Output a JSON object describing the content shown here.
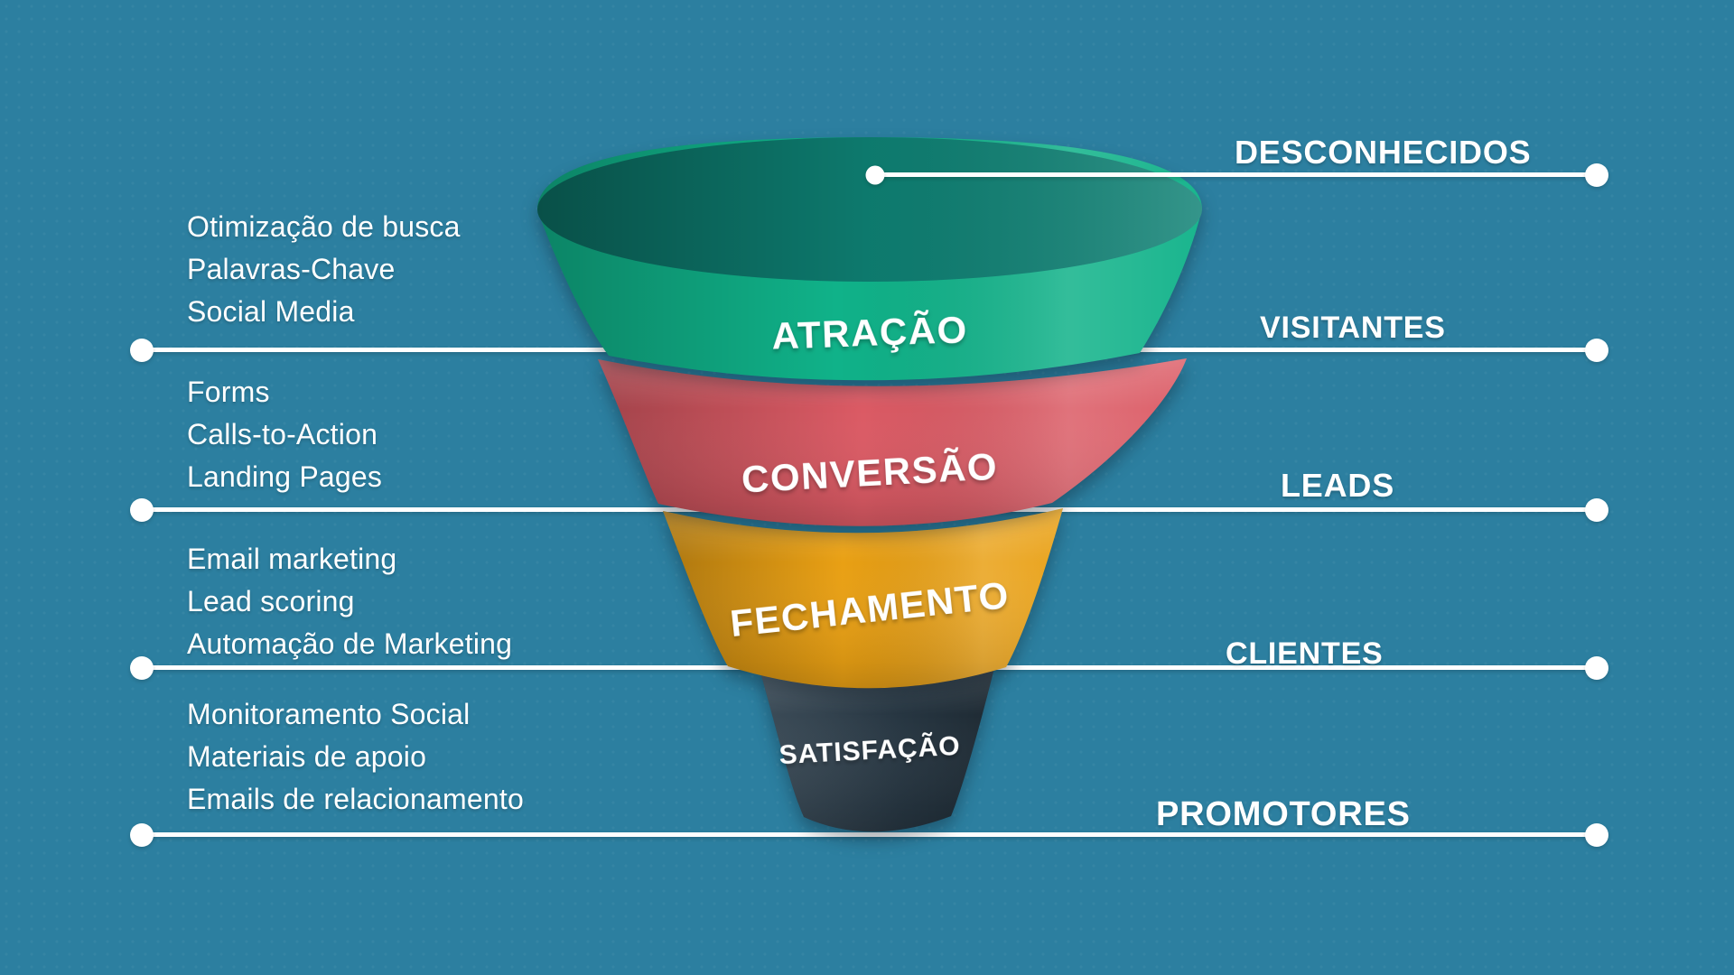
{
  "visual": {
    "background_color": "#2C7FA0",
    "line_color": "#FFFFFF",
    "text_color": "#FFFFFF"
  },
  "funnel": {
    "entry_label": "DESCONHECIDOS",
    "stages": [
      {
        "label": "ATRAÇÃO",
        "color": "#10B289",
        "interior_color": "#0E8174",
        "audience": "VISITANTES",
        "tactics": [
          "Otimização de busca",
          "Palavras-Chave",
          "Social Media"
        ]
      },
      {
        "label": "CONVERSÃO",
        "color": "#DB5A64",
        "audience": "LEADS",
        "tactics": [
          "Forms",
          "Calls-to-Action",
          "Landing Pages"
        ]
      },
      {
        "label": "FECHAMENTO",
        "color": "#E9A014",
        "audience": "CLIENTES",
        "tactics": [
          "Email marketing",
          "Lead scoring",
          "Automação de Marketing"
        ]
      },
      {
        "label": "SATISFAÇÃO",
        "color": "#2B3C49",
        "audience": "PROMOTORES",
        "tactics": [
          "Monitoramento Social",
          "Materiais de apoio",
          "Emails de relacionamento"
        ]
      }
    ]
  }
}
